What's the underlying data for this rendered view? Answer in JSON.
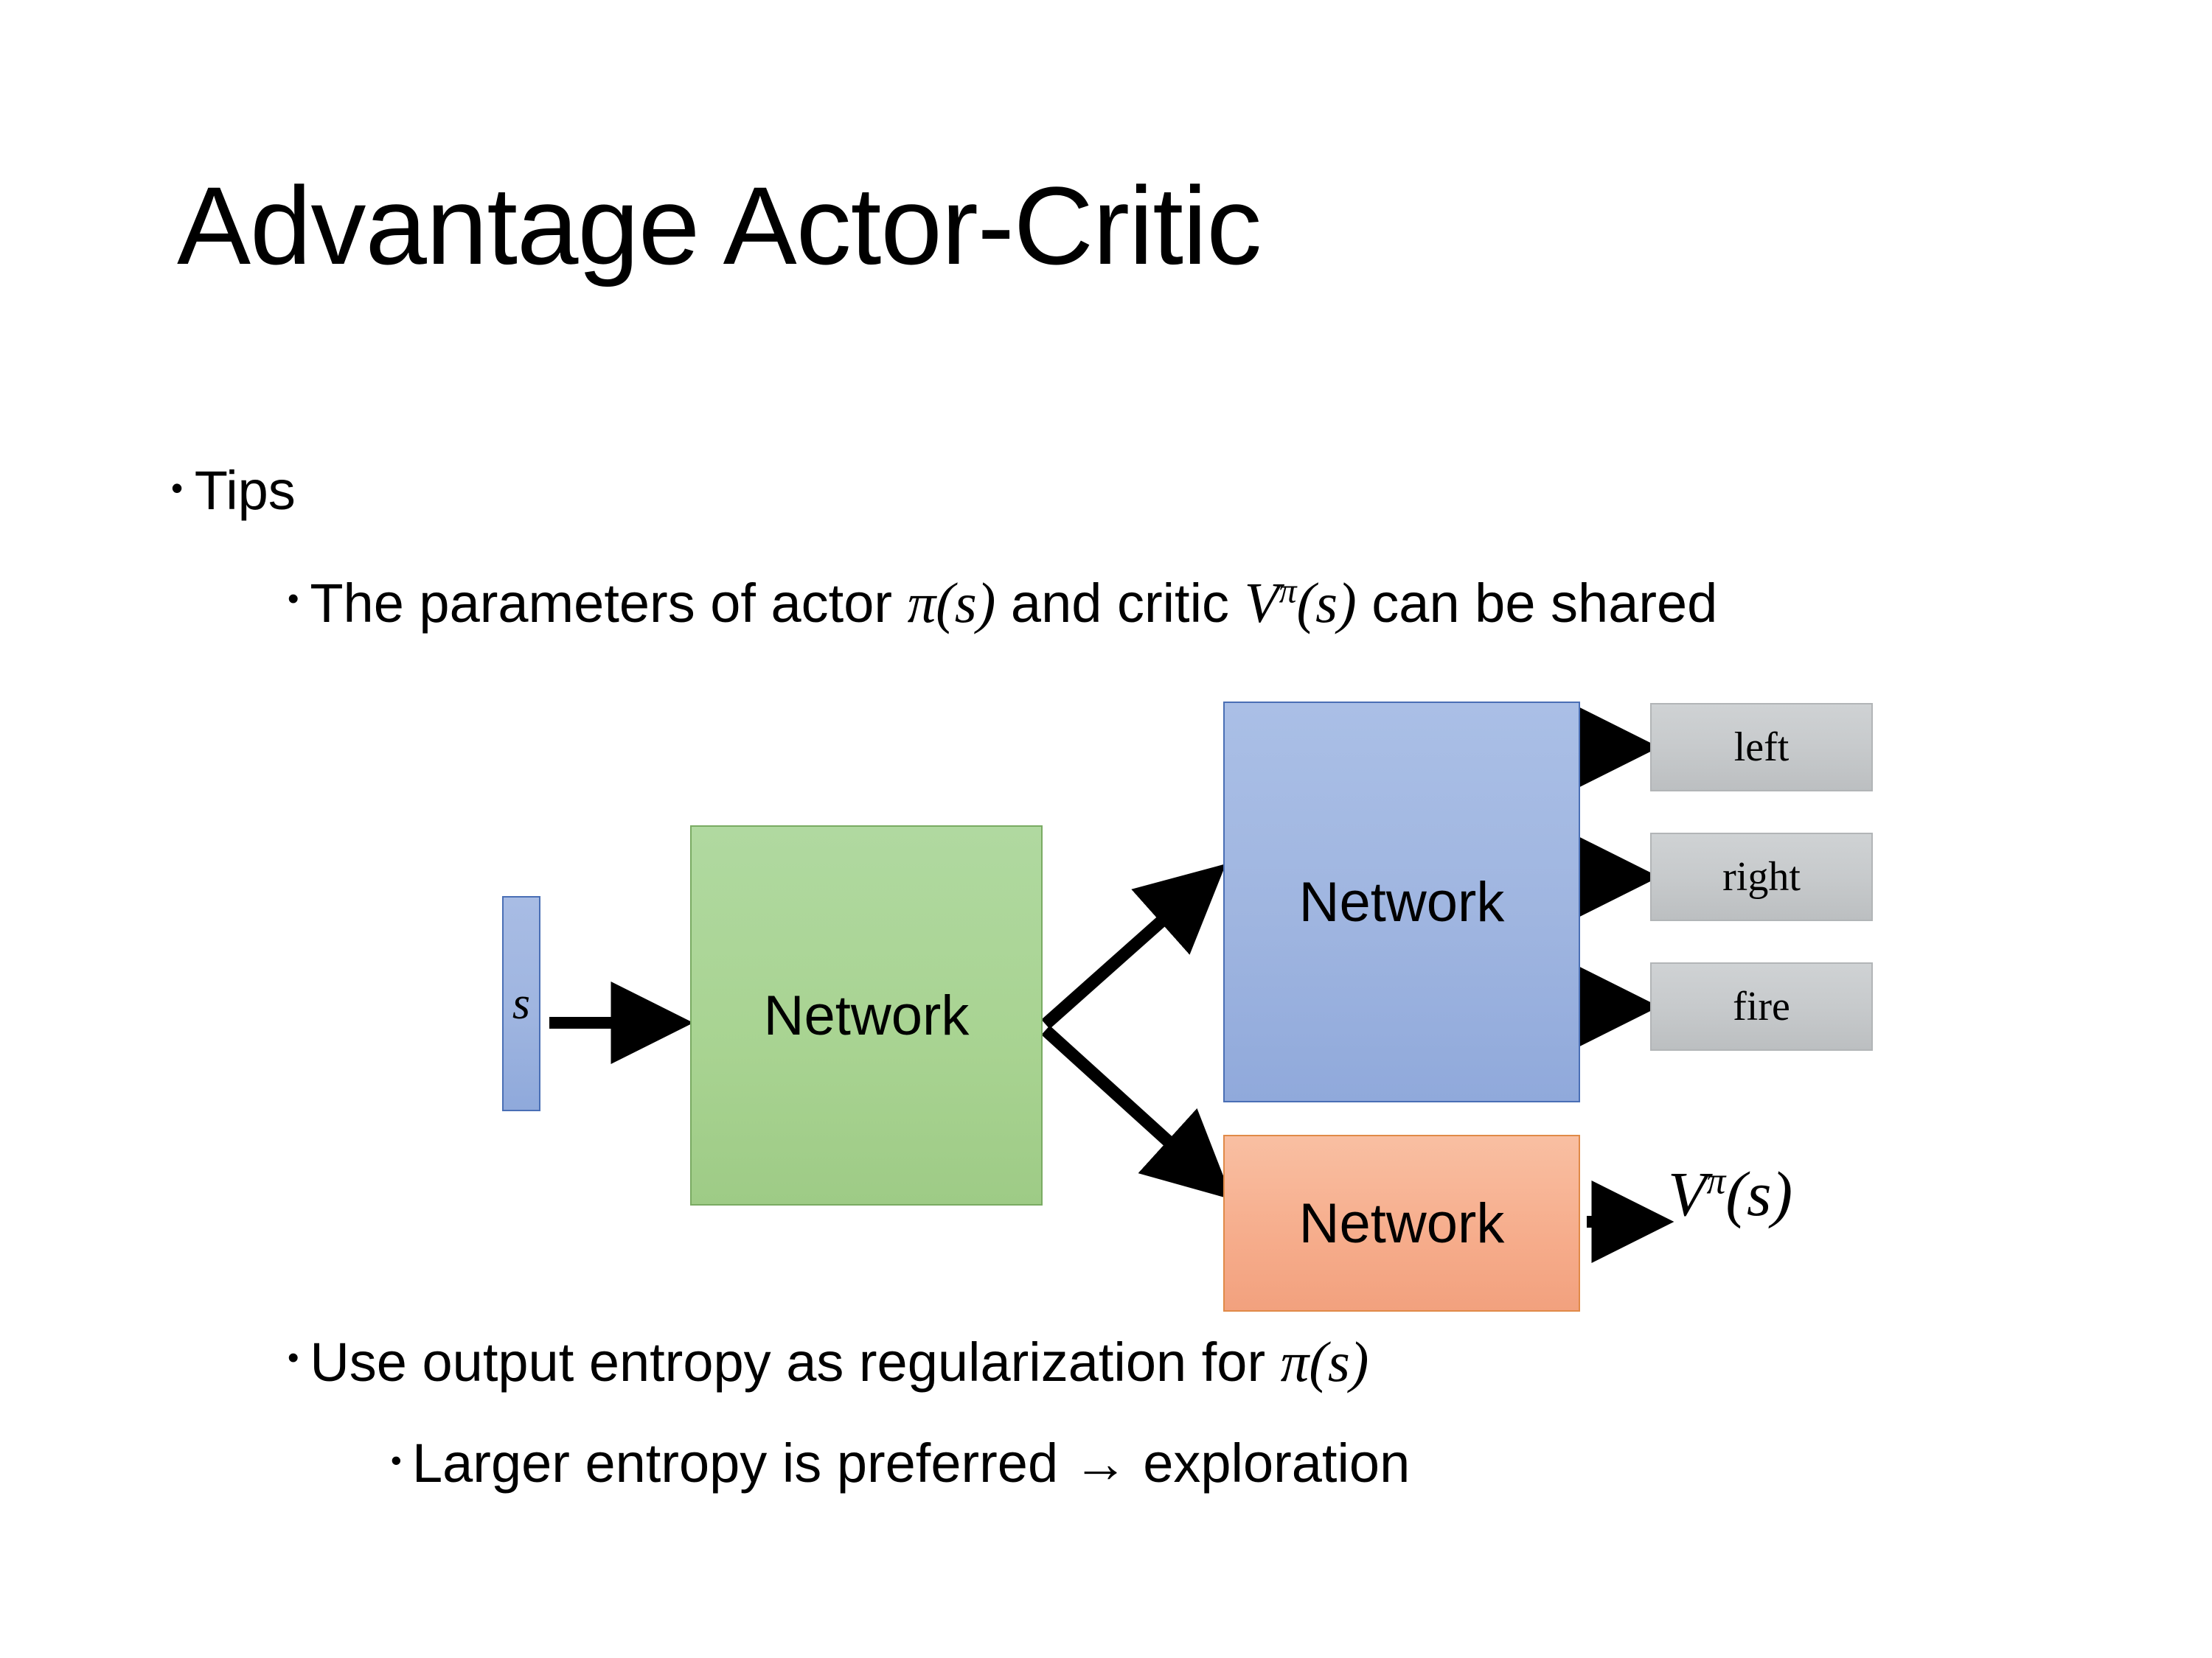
{
  "slide": {
    "title": "Advantage Actor-Critic",
    "background": "#ffffff"
  },
  "bullets": [
    {
      "level": 1,
      "marker": "•",
      "text": "Tips"
    },
    {
      "level": 2,
      "marker": "•",
      "text_prefix": "The parameters of actor ",
      "math_actor": "π(s)",
      "text_middle": "  and critic ",
      "math_critic_base": "V",
      "math_critic_sup": "π",
      "math_critic_arg": "(s)",
      "text_suffix": "can be shared",
      "full_text": "The parameters of actor π(s)  and critic Vπ(s) can be shared"
    },
    {
      "level": 2,
      "marker": "•",
      "text_prefix": "Use output entropy as regularization for ",
      "math_actor": "π(s)",
      "full_text": "Use output entropy as regularization for π(s)"
    },
    {
      "level": 3,
      "marker": "•",
      "text": "Larger entropy is preferred → exploration"
    }
  ],
  "diagram": {
    "state_box": {
      "label": "s",
      "fill": "#9fb5e0",
      "border": "#4a6fb5"
    },
    "shared_network": {
      "label": "Network",
      "fill": "#a8d391",
      "border": "#7aab63"
    },
    "actor_network": {
      "label": "Network",
      "fill": "#9fb5e0",
      "border": "#4a6fb5"
    },
    "critic_network": {
      "label": "Network",
      "fill": "#f6ac8b",
      "border": "#e08a48"
    },
    "action_outputs": [
      {
        "label": "left",
        "fill": "#c7cacc",
        "border": "#b2b5b7"
      },
      {
        "label": "right",
        "fill": "#c7cacc",
        "border": "#b2b5b7"
      },
      {
        "label": "fire",
        "fill": "#c7cacc",
        "border": "#b2b5b7"
      }
    ],
    "value_output": {
      "base": "V",
      "superscript": "π",
      "argument": "(s)",
      "full": "Vπ(s)"
    },
    "arrows": {
      "color": "#000000",
      "count": 6,
      "edges": [
        "state -> shared_network",
        "shared_network -> actor_network",
        "shared_network -> critic_network",
        "actor_network -> left",
        "actor_network -> right",
        "actor_network -> fire",
        "critic_network -> value_output"
      ]
    }
  }
}
